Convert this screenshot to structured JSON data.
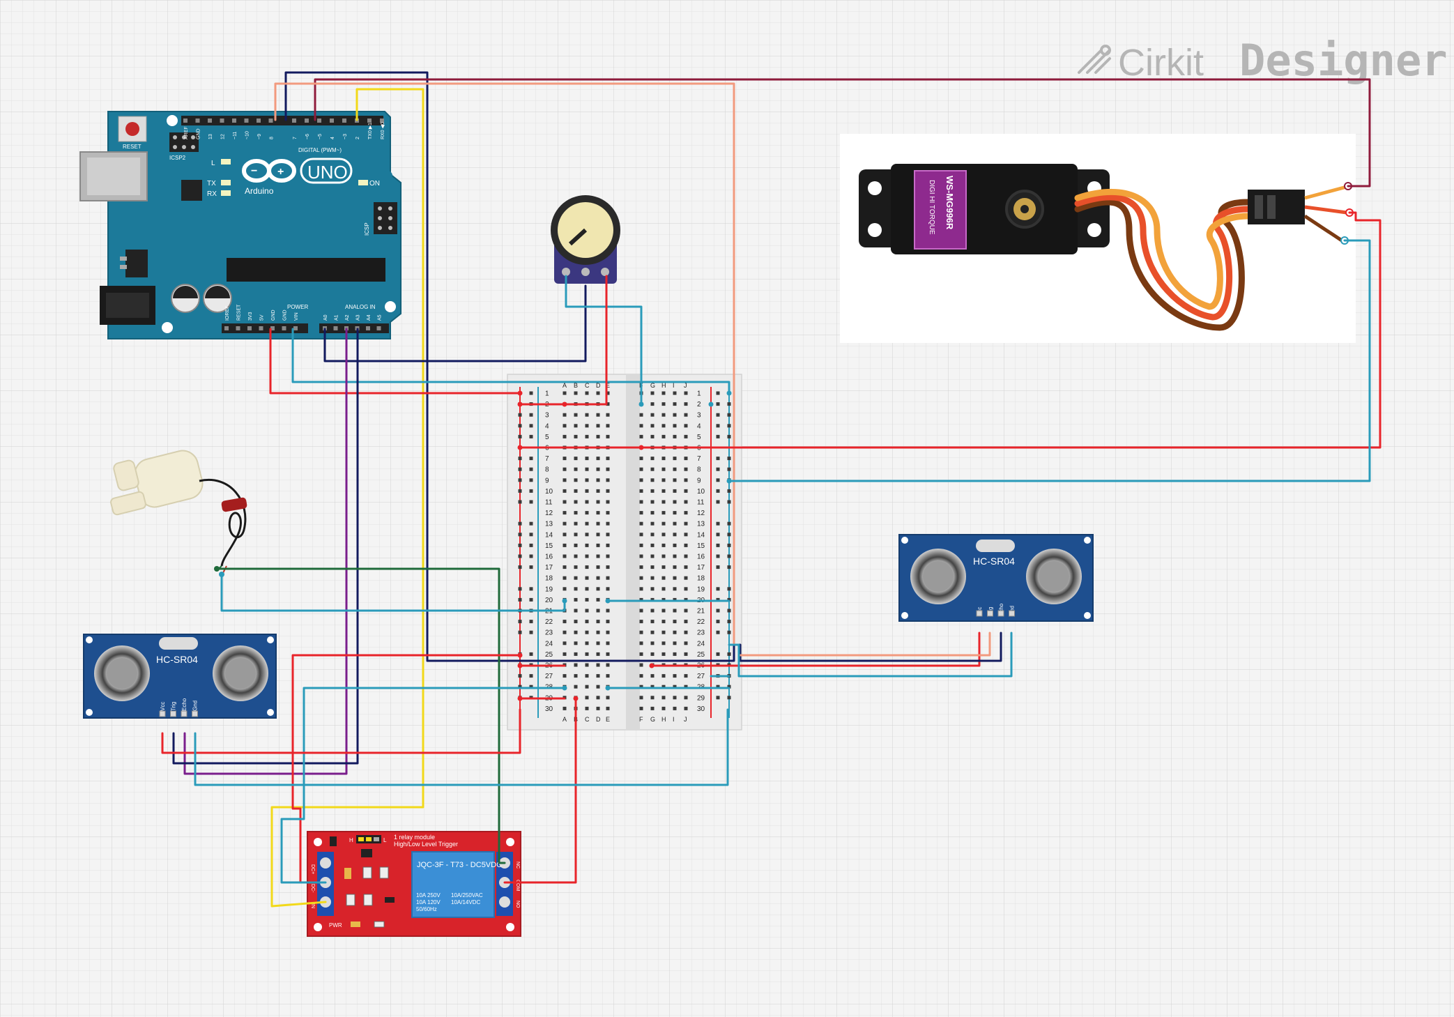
{
  "brand": {
    "name_part1": "Cirkit",
    "name_part2": "Designer"
  },
  "arduino": {
    "board_name": "UNO",
    "maker": "Arduino",
    "reset_label": "RESET",
    "icsp2_label": "ICSP2",
    "icsp_label": "ICSP",
    "led_l": "L",
    "led_tx": "TX",
    "led_rx": "RX",
    "led_on": "ON",
    "digital_label": "DIGITAL (PWM~)",
    "power_label": "POWER",
    "analog_label": "ANALOG IN",
    "digital_pins": [
      "AREF",
      "GND",
      "13",
      "12",
      "~11",
      "~10",
      "~9",
      "8",
      "7",
      "~6",
      "~5",
      "4",
      "~3",
      "2",
      "TX0 ▶1",
      "RX0 ◀0"
    ],
    "power_pins": [
      "IOREF",
      "RESET",
      "3V3",
      "5V",
      "GND",
      "GND",
      "VIN"
    ],
    "analog_pins": [
      "A0",
      "A1",
      "A2",
      "A3",
      "A4",
      "A5"
    ]
  },
  "breadboard": {
    "columns_left": [
      "A",
      "B",
      "C",
      "D",
      "E"
    ],
    "columns_right": [
      "F",
      "G",
      "H",
      "I",
      "J"
    ],
    "rows": [
      "1",
      "2",
      "3",
      "4",
      "5",
      "6",
      "7",
      "8",
      "9",
      "10",
      "11",
      "12",
      "13",
      "14",
      "15",
      "16",
      "17",
      "18",
      "19",
      "20",
      "21",
      "22",
      "23",
      "24",
      "25",
      "26",
      "27",
      "28",
      "29",
      "30"
    ]
  },
  "sensor_right": {
    "label": "HC-SR04",
    "pins": [
      "Vcc",
      "Trig",
      "Echo",
      "Gnd"
    ]
  },
  "sensor_left": {
    "label": "HC-SR04",
    "pins": [
      "Vcc",
      "Trig",
      "Echo",
      "Gnd"
    ]
  },
  "servo": {
    "label": "WS-MG996R",
    "sublabel": "DIGI HI TORQUE"
  },
  "relay": {
    "title_line1": "1 relay module",
    "title_line2": "High/Low Level Trigger",
    "relay_label": "JQC-3F - T73 - DC5VDC",
    "rating_left": [
      "10A 250V",
      "10A 120V",
      "50/60Hz"
    ],
    "rating_right": [
      "10A/250VAC",
      "10A/14VDC"
    ],
    "jumper_h": "H",
    "jumper_l": "L",
    "pwr_label": "PWR",
    "input_pins": [
      "DC+",
      "DC-",
      "IN"
    ],
    "output_pins": [
      "NC",
      "COM",
      "NO"
    ]
  },
  "colors": {
    "arduino": "#1c7a9a",
    "wire_red": "#e8242a",
    "wire_blue": "#2a9bba",
    "wire_navy": "#121a5e",
    "wire_purple": "#7a1e8c",
    "wire_yellow": "#f2d91a",
    "wire_green": "#1f6a3a",
    "wire_maroon": "#8f1b3c",
    "wire_salmon": "#f29a7e",
    "relay_board": "#d8232a",
    "sensor_board": "#1e4f8f"
  }
}
